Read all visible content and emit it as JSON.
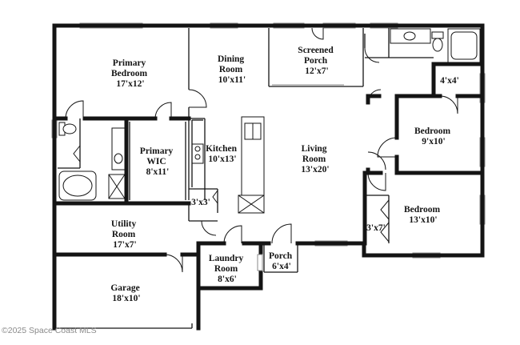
{
  "rooms": [
    {
      "name": "Primary Bedroom",
      "lines": [
        "Primary",
        "Bedroom"
      ],
      "size": "17'x12'"
    },
    {
      "name": "Dining Room",
      "lines": [
        "Dining",
        "Room"
      ],
      "size": "10'x11'"
    },
    {
      "name": "Screened Porch",
      "lines": [
        "Screened",
        "Porch"
      ],
      "size": "12'x7'"
    },
    {
      "name": "Primary WIC",
      "lines": [
        "Primary",
        "WIC"
      ],
      "size": "8'x11'"
    },
    {
      "name": "Kitchen",
      "lines": [
        "Kitchen"
      ],
      "size": "10'x13'"
    },
    {
      "name": "Living Room",
      "lines": [
        "Living",
        "Room"
      ],
      "size": "13'x20'"
    },
    {
      "name": "Bedroom (north-east)",
      "lines": [
        "Bedroom"
      ],
      "size": "9'x10'"
    },
    {
      "name": "Bedroom (south-east)",
      "lines": [
        "Bedroom"
      ],
      "size": "13'x10'"
    },
    {
      "name": "Utility Room",
      "lines": [
        "Utility",
        "Room"
      ],
      "size": "17'x7'"
    },
    {
      "name": "Laundry Room",
      "lines": [
        "Laundry",
        "Room"
      ],
      "size": "8'x6'"
    },
    {
      "name": "Porch",
      "lines": [
        "Porch"
      ],
      "size": "6'x4'"
    },
    {
      "name": "Garage",
      "lines": [
        "Garage"
      ],
      "size": "18'x10'"
    }
  ],
  "small_labels": [
    {
      "name": "bath closet",
      "text": "4'x4'"
    },
    {
      "name": "pantry closet",
      "text": "3'x3'"
    },
    {
      "name": "bedroom closet",
      "text": "3'x7'"
    }
  ],
  "watermark": "©2025 Space Coast MLS"
}
